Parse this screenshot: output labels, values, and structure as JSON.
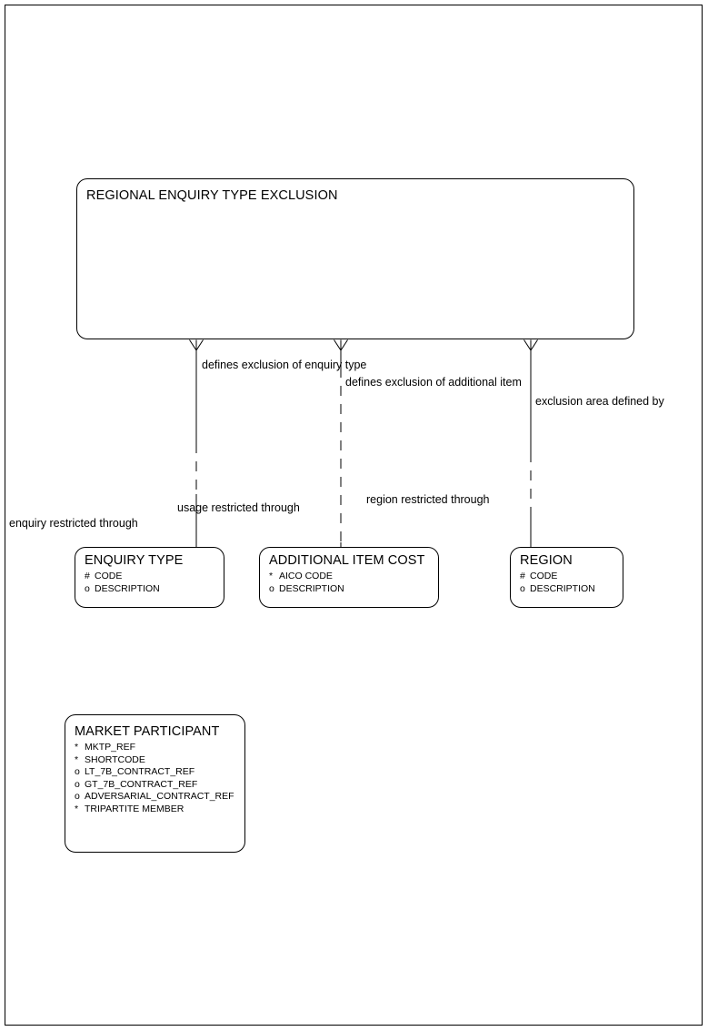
{
  "diagram": {
    "type": "entity-relationship-diagram",
    "title": "Regional Enquiry Type Exclusion ERD",
    "page_border_color": "#000000",
    "line_color": "#000000",
    "background_color": "#ffffff"
  },
  "entities": [
    {
      "id": "regional-enquiry-type-exclusion",
      "name": "REGIONAL ENQUIRY TYPE EXCLUSION",
      "attributes": []
    },
    {
      "id": "enquiry-type",
      "name": "ENQUIRY TYPE",
      "attributes": [
        {
          "mark": "#",
          "name": "CODE"
        },
        {
          "mark": "o",
          "name": "DESCRIPTION"
        }
      ]
    },
    {
      "id": "additional-item-cost",
      "name": "ADDITIONAL ITEM COST",
      "attributes": [
        {
          "mark": "*",
          "name": "AICO CODE"
        },
        {
          "mark": "o",
          "name": "DESCRIPTION"
        }
      ]
    },
    {
      "id": "region",
      "name": "REGION",
      "attributes": [
        {
          "mark": "#",
          "name": "CODE"
        },
        {
          "mark": "o",
          "name": "DESCRIPTION"
        }
      ]
    },
    {
      "id": "market-participant",
      "name": "MARKET PARTICIPANT",
      "attributes": [
        {
          "mark": "*",
          "name": "MKTP_REF"
        },
        {
          "mark": "*",
          "name": "SHORTCODE"
        },
        {
          "mark": "o",
          "name": "LT_7B_CONTRACT_REF"
        },
        {
          "mark": "o",
          "name": "GT_7B_CONTRACT_REF"
        },
        {
          "mark": "o",
          "name": "ADVERSARIAL_CONTRACT_REF"
        },
        {
          "mark": "*",
          "name": "TRIPARTITE MEMBER"
        }
      ]
    }
  ],
  "relationships": [
    {
      "id": "enquiry-type-exclusion",
      "parent_label": "defines exclusion of enquiry type",
      "child_label": "enquiry restricted through",
      "from": "regional-enquiry-type-exclusion",
      "to": "enquiry-type"
    },
    {
      "id": "additional-item-exclusion",
      "parent_label": "defines exclusion of additional item",
      "child_label": "usage restricted through",
      "from": "regional-enquiry-type-exclusion",
      "to": "additional-item-cost"
    },
    {
      "id": "exclusion-area",
      "parent_label": "exclusion area defined by",
      "child_label": "region restricted through",
      "from": "regional-enquiry-type-exclusion",
      "to": "region"
    }
  ]
}
